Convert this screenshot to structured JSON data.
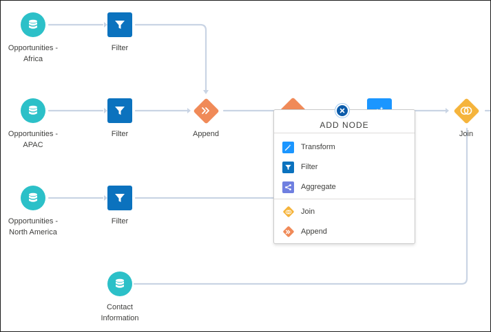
{
  "nodes": {
    "src_africa": {
      "label": "Opportunities -\nAfrica",
      "icon": "database-icon"
    },
    "src_apac": {
      "label": "Opportunities -\nAPAC",
      "icon": "database-icon"
    },
    "src_na": {
      "label": "Opportunities -\nNorth America",
      "icon": "database-icon"
    },
    "src_contact": {
      "label": "Contact\nInformation",
      "icon": "database-icon"
    },
    "filter_africa": {
      "label": "Filter",
      "icon": "funnel-icon"
    },
    "filter_apac": {
      "label": "Filter",
      "icon": "funnel-icon"
    },
    "filter_na": {
      "label": "Filter",
      "icon": "funnel-icon"
    },
    "append": {
      "label": "Append",
      "icon": "append-icon"
    },
    "join": {
      "label": "Join",
      "icon": "join-icon"
    }
  },
  "add_node_menu": {
    "title": "ADD NODE",
    "items": [
      {
        "label": "Transform",
        "icon": "transform-icon"
      },
      {
        "label": "Filter",
        "icon": "funnel-icon"
      },
      {
        "label": "Aggregate",
        "icon": "aggregate-icon"
      },
      {
        "label": "Join",
        "icon": "join-icon"
      },
      {
        "label": "Append",
        "icon": "append-icon"
      }
    ]
  },
  "colors": {
    "source": "#2cc0c8",
    "filter": "#0b72be",
    "transform": "#1b96ff",
    "aggregate": "#6f7fe0",
    "append": "#f08a58",
    "join": "#f5b43c",
    "edge": "#c9d4e4"
  }
}
